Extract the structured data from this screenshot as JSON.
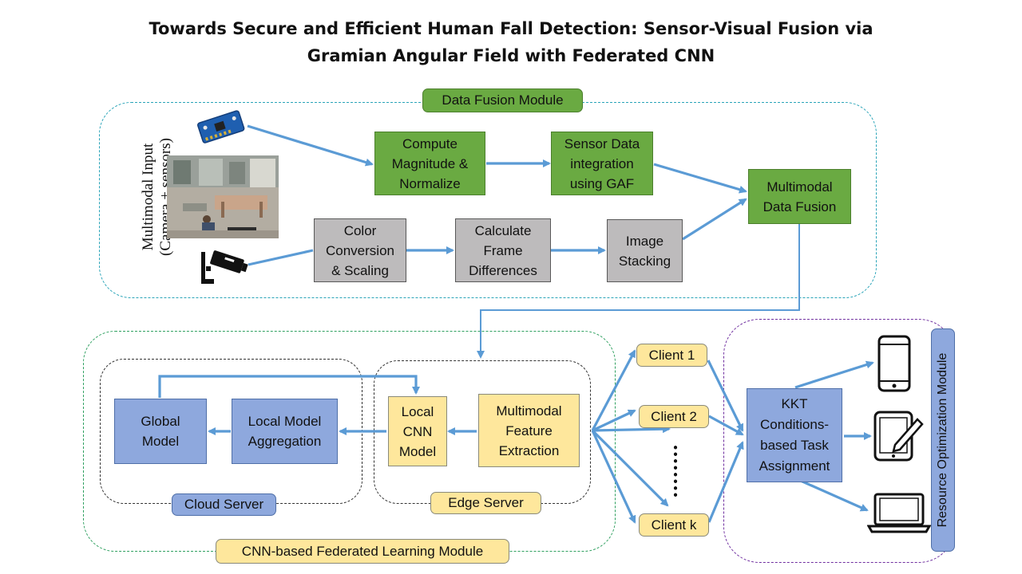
{
  "title": {
    "line1": "Towards Secure and Efficient Human Fall Detection: Sensor-Visual Fusion via",
    "line2": "Gramian Angular Field with Federated CNN"
  },
  "modules": {
    "data_fusion": "Data Fusion Module",
    "federated": "CNN-based Federated Learning Module",
    "resource": "Resource Optimization Module",
    "cloud": "Cloud Server",
    "edge": "Edge Server"
  },
  "input": {
    "label_line1": "Multimodal Input",
    "label_line2": "(Camera + sensors)"
  },
  "boxes": {
    "compute": "Compute Magnitude & Normalize",
    "gaf": "Sensor Data integration using GAF",
    "fusion": "Multimodal Data Fusion",
    "color": "Color Conversion & Scaling",
    "frame_diff": "Calculate Frame Differences",
    "stacking": "Image Stacking",
    "global": "Global Model",
    "aggregation": "Local Model Aggregation",
    "local_cnn": "Local CNN Model",
    "feature": "Multimodal Feature Extraction",
    "kkt": "KKT Conditions-based Task Assignment"
  },
  "clients": [
    "Client 1",
    "Client 2",
    "Client k"
  ],
  "colors": {
    "arrow": "#5b9bd5",
    "green": "#6aaa42",
    "gray": "#bdbbbc",
    "blue": "#8ea8dd",
    "yellow": "#fee79c",
    "teal_border": "#2aa4b8",
    "green_border": "#2fa060",
    "purple_border": "#7030a0"
  },
  "icons": [
    "sensor-board-icon",
    "camera-image",
    "cctv-camera-icon",
    "smartphone-icon",
    "tablet-pen-icon",
    "laptop-icon"
  ]
}
